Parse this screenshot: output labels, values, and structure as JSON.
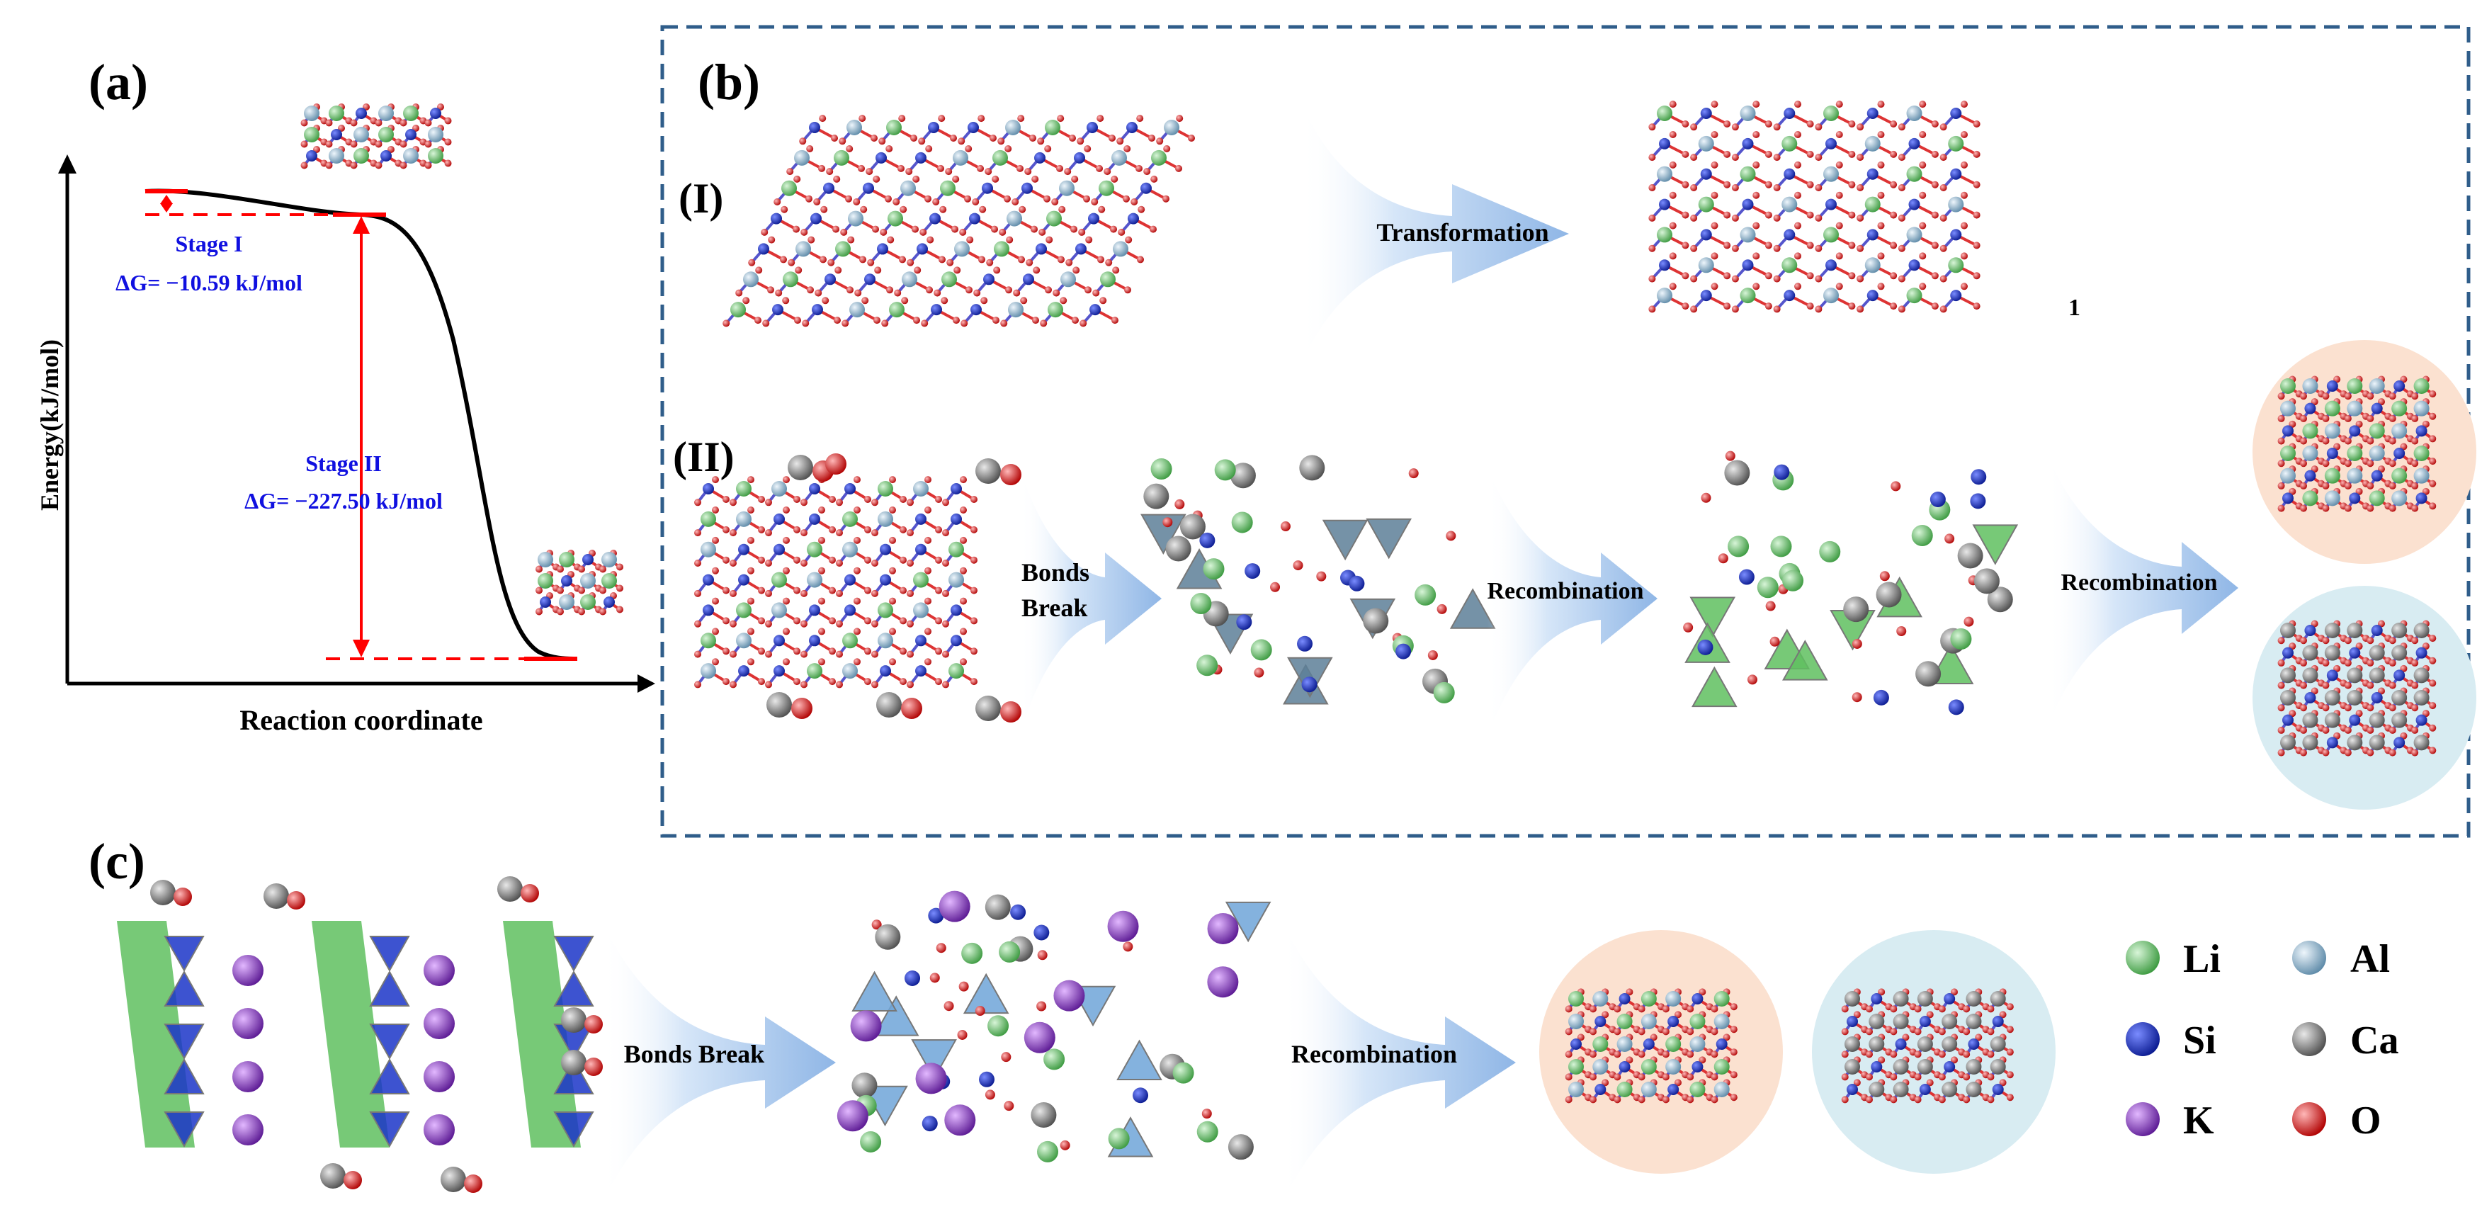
{
  "panel_a": {
    "label": "(a)",
    "y_axis": "Energy(kJ/mol)",
    "x_axis": "Reaction coordinate",
    "stage1_title": "Stage I",
    "stage1_dg": "ΔG= −10.59 kJ/mol",
    "stage2_title": "Stage II",
    "stage2_dg": "ΔG= −227.50 kJ/mol"
  },
  "panel_b": {
    "label": "(b)",
    "row1_label": "(I)",
    "row1_step": "Transformation",
    "row1_note": "1",
    "row2_label": "(II)",
    "row2_step1_line1": "Bonds",
    "row2_step1_line2": "Break",
    "row2_step2": "Recombination",
    "row2_step3": "Recombination"
  },
  "panel_c": {
    "label": "(c)",
    "step1": "Bonds Break",
    "step2": "Recombination"
  },
  "legend": [
    {
      "symbol": "Li",
      "color": "#5cc060"
    },
    {
      "symbol": "Al",
      "color": "#88b4d0"
    },
    {
      "symbol": "Si",
      "color": "#1b35c8"
    },
    {
      "symbol": "Ca",
      "color": "#8a8a8a"
    },
    {
      "symbol": "K",
      "color": "#8a2fc8"
    },
    {
      "symbol": "O",
      "color": "#e01818"
    }
  ],
  "colors": {
    "energy_line": "#000000",
    "marker_red": "#ff0000",
    "stage_text": "#1010e0",
    "dashed_box": "#2f5d8a",
    "arrow_blue": "#a9c8ec",
    "bubble_orange": "#fbe1d0",
    "bubble_blue": "#d8ecf2"
  }
}
